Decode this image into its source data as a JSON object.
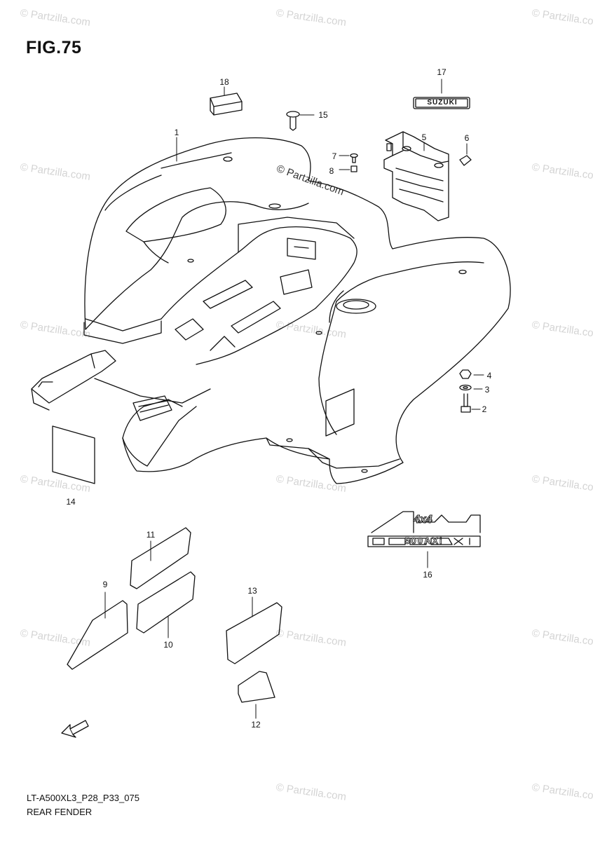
{
  "figure": {
    "title": "FIG.75",
    "code": "LT-A500XL3_P28_P33_075",
    "name": "REAR FENDER"
  },
  "callouts": {
    "c1": "1",
    "c2": "2",
    "c3": "3",
    "c4": "4",
    "c5": "5",
    "c6": "6",
    "c7": "7",
    "c8": "8",
    "c9": "9",
    "c10": "10",
    "c11": "11",
    "c12": "12",
    "c13": "13",
    "c14": "14",
    "c15": "15",
    "c16": "16",
    "c17": "17",
    "c18": "18"
  },
  "emblems": {
    "brand": "SUZUKI",
    "model_top": "4x4",
    "model_bottom": "500AXi"
  },
  "watermark": {
    "text": "© Partzilla.com"
  },
  "colors": {
    "line": "#111111",
    "watermark": "#d4d4d4"
  }
}
